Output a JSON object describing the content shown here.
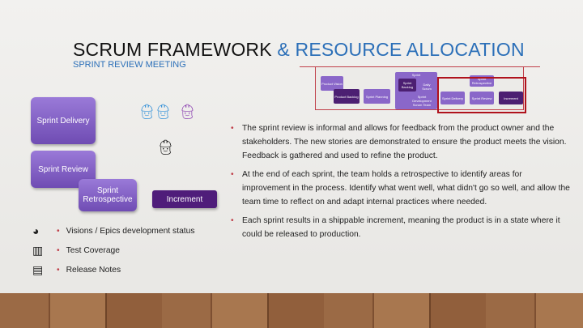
{
  "title": {
    "part1": "SCRUM FRAMEWORK",
    "part2": "& RESOURCE ALLOCATION",
    "subtitle": "SPRINT REVIEW MEETING"
  },
  "diagram": {
    "product_vision": "Product Vision",
    "product_backlog": "Product Backlog",
    "sprint_planning": "Sprint Planning",
    "sprint": "Sprint",
    "sprint_backlog": "Sprint Backlog",
    "daily_scrum": "Daily Scrum",
    "sprint_development": "Sprint Development Scrum Team",
    "sprint_delivery": "Sprint Delivery",
    "sprint_review": "Sprint Review",
    "sprint_retrospective": "Sprint Retrospective",
    "increment": "Increment"
  },
  "flow": {
    "sprint_delivery": "Sprint Delivery",
    "sprint_review": "Sprint Review",
    "sprint_retrospective": "Sprint Retrospective",
    "increment": "Increment"
  },
  "bullets": [
    "The sprint review is informal and allows for feedback from the product owner and the stakeholders. The new stories are demonstrated to ensure the product meets the vision. Feedback is gathered and used to refine the product.",
    "At the end of each sprint, the team holds a retrospective to identify areas for improvement in the process. Identify what went well, what didn't go so well, and allow the team time to reflect on and adapt internal practices where needed.",
    "Each sprint results in a shippable increment, meaning the product is in a state where it could be released to production."
  ],
  "list": [
    {
      "icon": "pie-chart-icon",
      "label": "Visions / Epics development status"
    },
    {
      "icon": "bar-chart-icon",
      "label": "Test Coverage"
    },
    {
      "icon": "document-icon",
      "label": "Release Notes"
    }
  ],
  "colors": {
    "accent": "#2b6fb8",
    "purple": "#7c5cc4",
    "dark_purple": "#4f1d7a",
    "red": "#b0121c"
  }
}
